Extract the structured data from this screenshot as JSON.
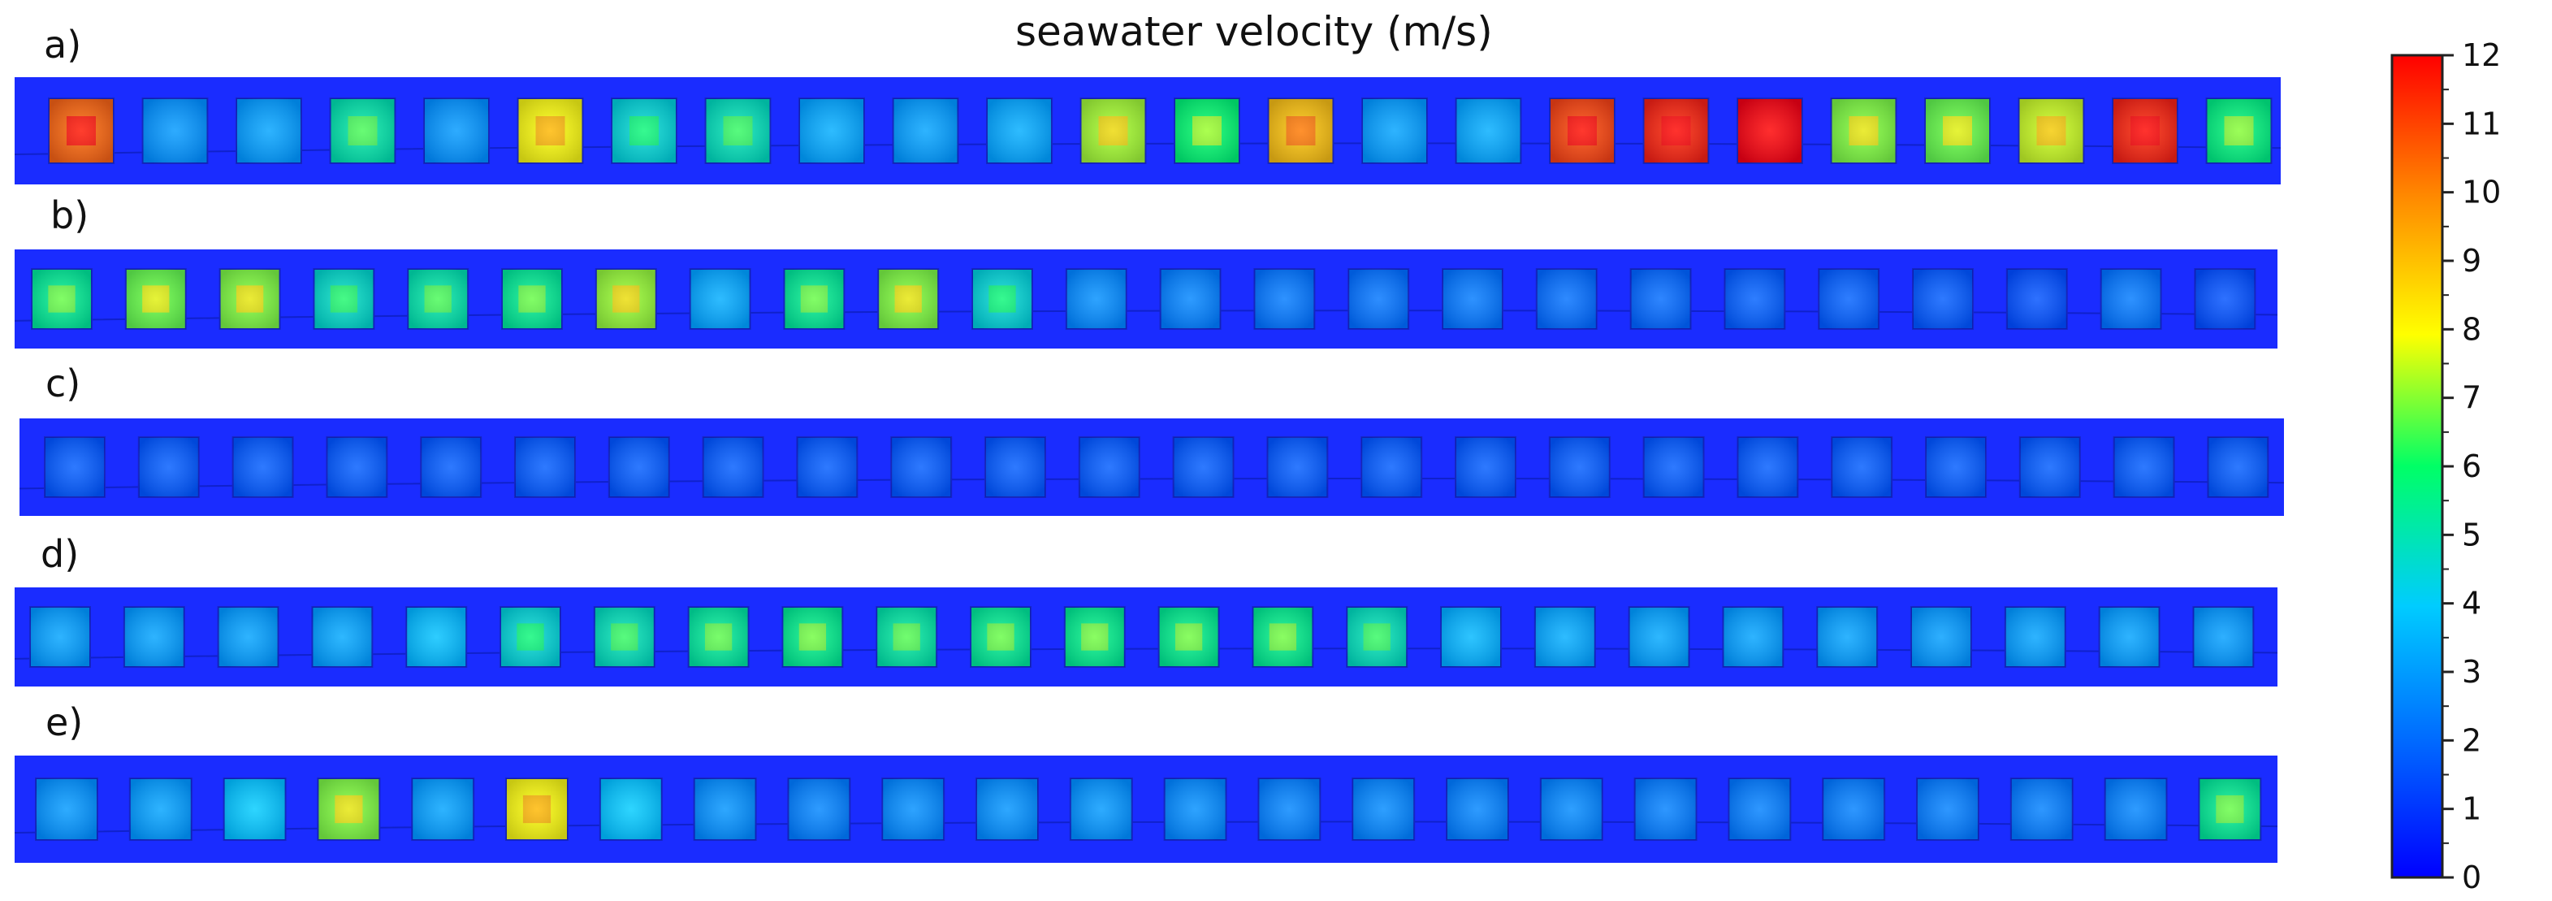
{
  "title": "seawater velocity  (m/s)",
  "colorbar": {
    "min": 0,
    "max": 12,
    "tick_labels": [
      "12",
      "11",
      "10",
      "9",
      "8",
      "7",
      "6",
      "5",
      "4",
      "3",
      "2",
      "1",
      "0"
    ],
    "colors": [
      "#0000ff",
      "#0066ff",
      "#00ccff",
      "#00ff66",
      "#ffff00",
      "#ff8800",
      "#ff0000"
    ]
  },
  "panels": [
    {
      "label": "a)",
      "cell_velocities": [
        10.5,
        3.0,
        3.2,
        5.2,
        3.0,
        8.0,
        4.6,
        5.0,
        3.4,
        3.2,
        3.4,
        7.3,
        6.0,
        9.0,
        3.2,
        3.4,
        11.0,
        11.5,
        12.0,
        7.0,
        6.8,
        7.6,
        11.5,
        5.8
      ]
    },
    {
      "label": "b)",
      "cell_velocities": [
        5.5,
        6.8,
        7.0,
        4.8,
        5.2,
        5.5,
        7.2,
        3.4,
        5.5,
        7.0,
        4.6,
        2.8,
        2.6,
        2.4,
        2.3,
        2.4,
        2.2,
        2.1,
        1.9,
        1.9,
        1.8,
        1.6,
        2.4,
        1.6
      ]
    },
    {
      "label": "c)",
      "cell_velocities": [
        1.8,
        1.8,
        1.8,
        1.8,
        1.8,
        1.8,
        1.8,
        1.8,
        1.8,
        1.8,
        1.8,
        1.8,
        1.8,
        1.8,
        1.8,
        1.8,
        1.8,
        1.8,
        1.8,
        1.8,
        1.8,
        1.8,
        1.8,
        1.8
      ]
    },
    {
      "label": "d)",
      "cell_velocities": [
        3.2,
        3.2,
        3.2,
        3.3,
        3.8,
        4.6,
        5.0,
        5.4,
        5.6,
        5.3,
        5.5,
        5.6,
        5.6,
        5.6,
        5.0,
        3.6,
        3.4,
        3.3,
        3.2,
        3.2,
        3.1,
        3.2,
        3.2,
        3.1
      ]
    },
    {
      "label": "e)",
      "cell_velocities": [
        3.0,
        3.2,
        4.0,
        7.0,
        3.2,
        8.0,
        4.0,
        2.9,
        2.6,
        2.8,
        2.9,
        3.0,
        2.8,
        2.6,
        2.7,
        2.6,
        2.7,
        2.5,
        2.5,
        2.5,
        2.5,
        2.5,
        2.6,
        5.5
      ]
    }
  ]
}
